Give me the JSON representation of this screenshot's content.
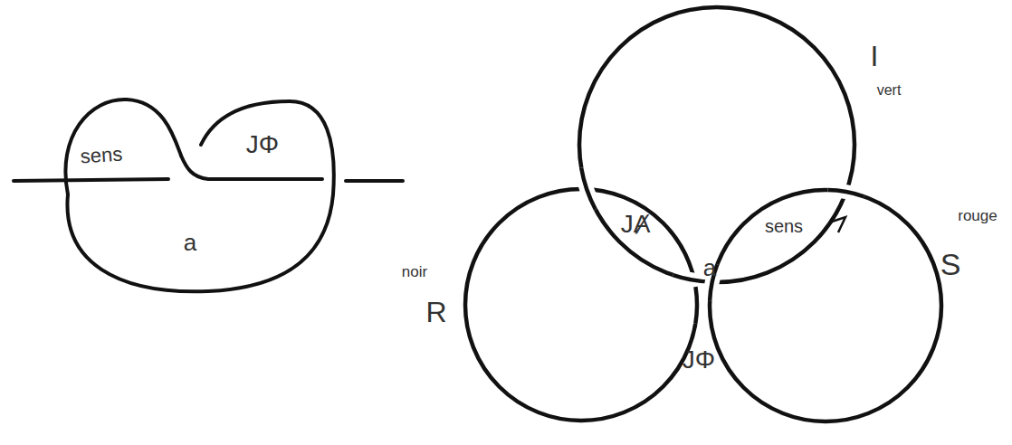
{
  "diagram": {
    "labels": [
      "sens",
      "JΦ",
      "a",
      "I",
      "vert",
      "JȺ",
      "a",
      "sens",
      "rouge",
      "S",
      "noir",
      "R",
      "JΦ"
    ]
  }
}
